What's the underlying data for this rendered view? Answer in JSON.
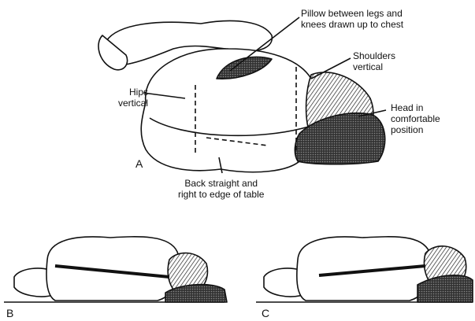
{
  "labels": {
    "pillow": [
      "Pillow between legs and",
      "knees drawn up to chest"
    ],
    "shoulders": [
      "Shoulders",
      "vertical"
    ],
    "hips": [
      "Hips",
      "vertical"
    ],
    "head": [
      "Head in",
      "comfortable",
      "position"
    ],
    "back": [
      "Back straight and",
      "right to edge of table"
    ]
  },
  "panels": {
    "a": "A",
    "b": "B",
    "c": "C"
  }
}
